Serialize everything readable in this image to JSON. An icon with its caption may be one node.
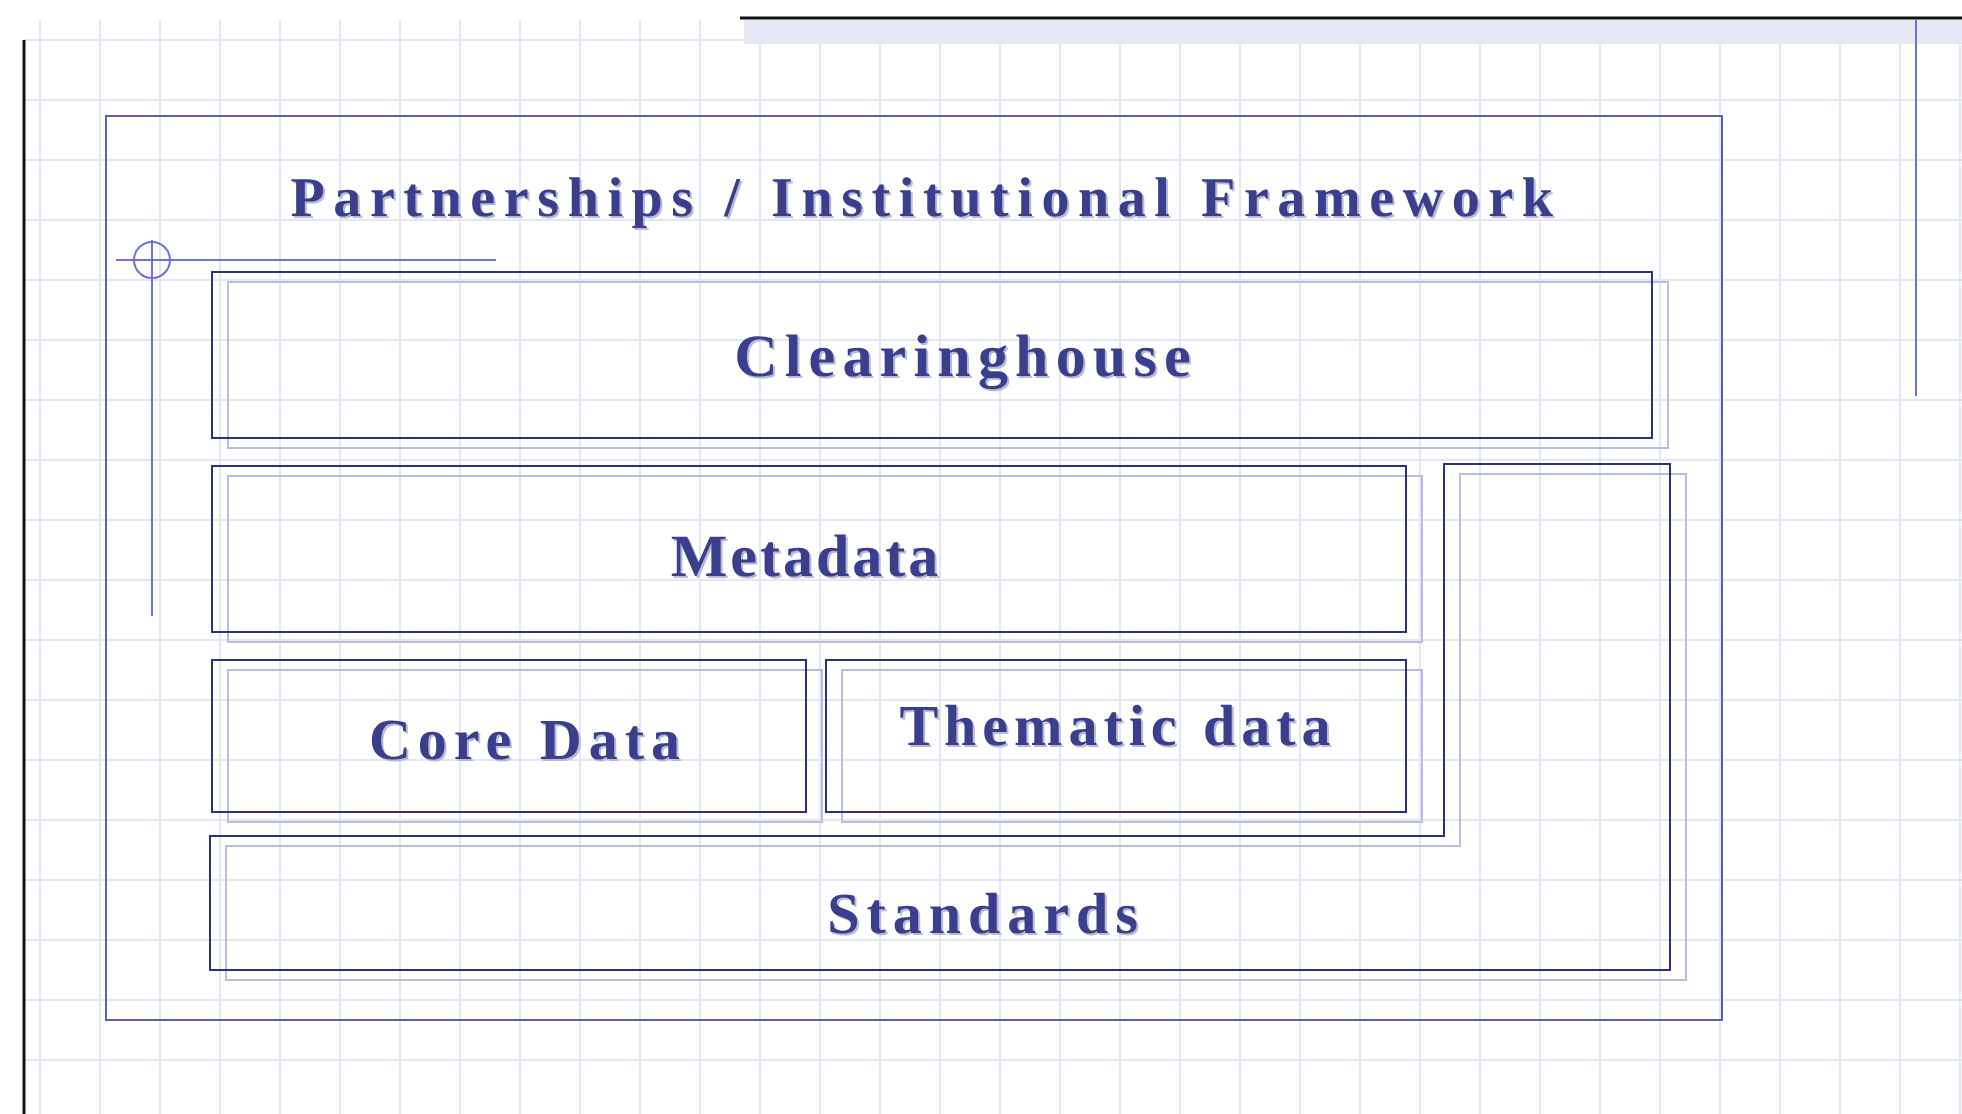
{
  "diagram": {
    "nodes": [
      {
        "text": [
          "Partnerships / Institutional Framework"
        ]
      },
      {
        "text": [
          "Clearinghouse"
        ],
        "in": 0
      },
      {
        "text": [
          "Metadata"
        ],
        "in": 0
      },
      {
        "text": [
          "Core Data"
        ],
        "in": 0
      },
      {
        "text": [
          "Thematic data"
        ],
        "in": 0
      },
      {
        "text": [
          "Standards"
        ],
        "in": 0
      }
    ]
  }
}
